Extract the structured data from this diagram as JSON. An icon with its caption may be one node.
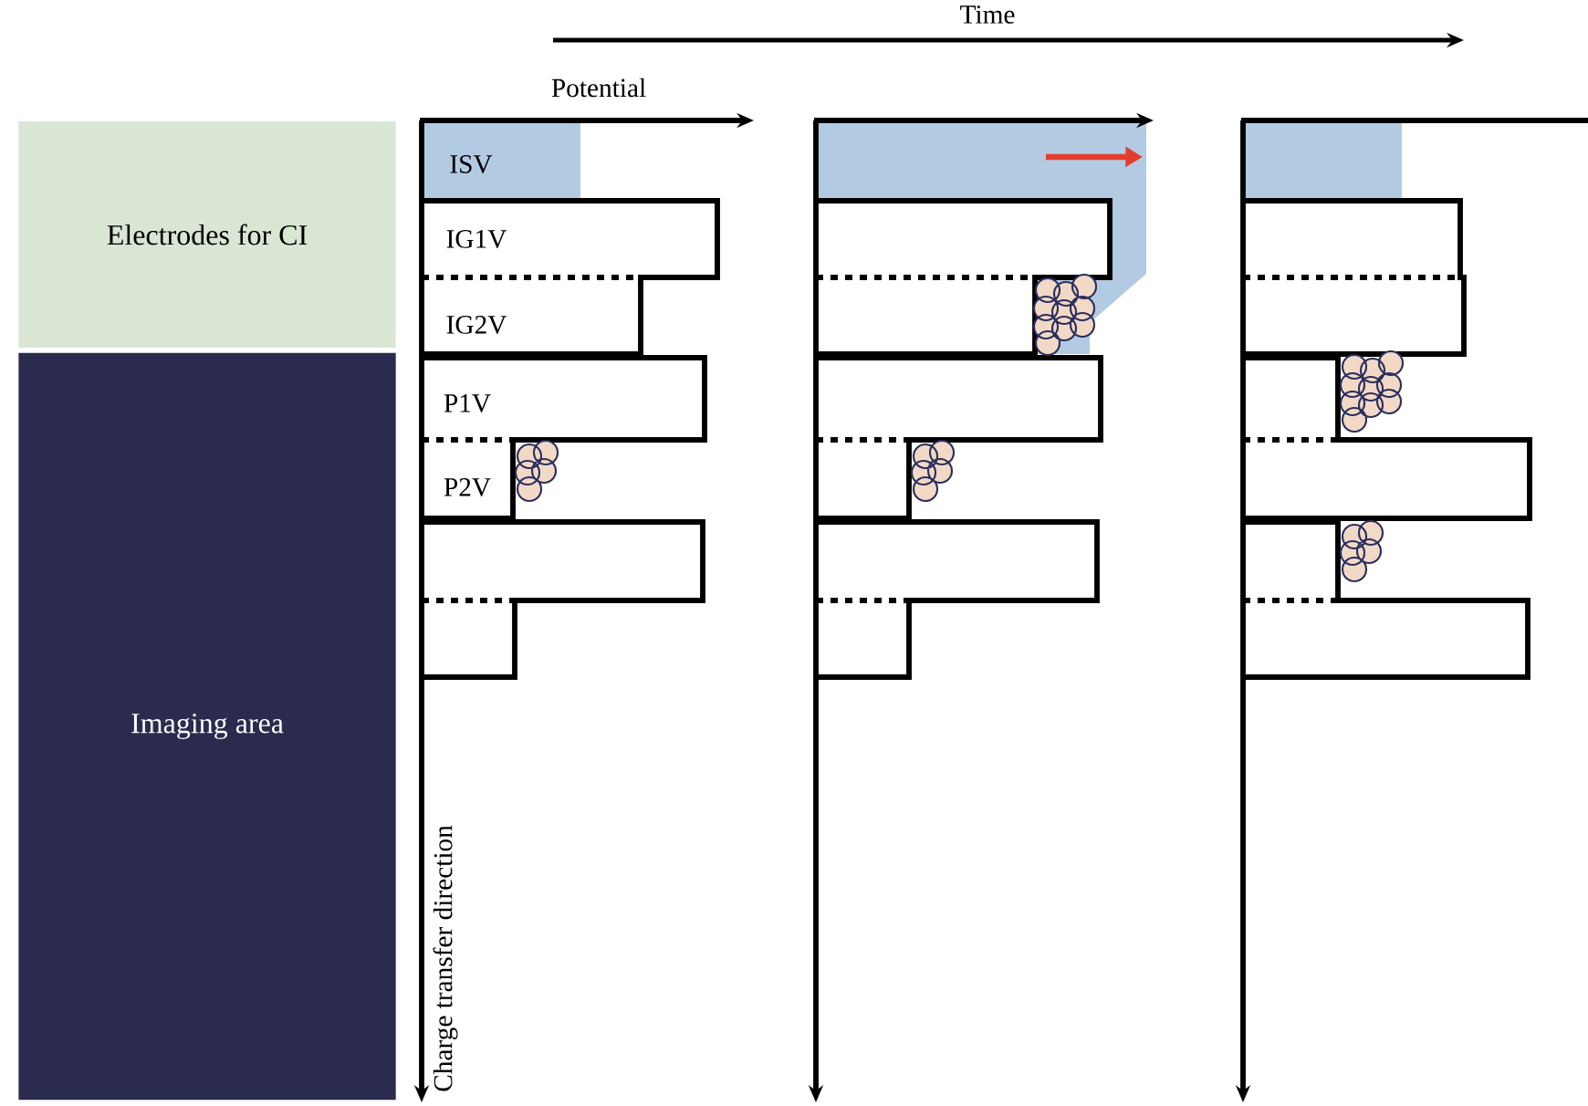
{
  "diagram": {
    "nodes": [
      {
        "text": [
          "Electrodes for CI"
        ]
      },
      {
        "text": [
          "Imaging area"
        ]
      }
    ],
    "labels": [
      "Time",
      "Potential",
      "ISV",
      "IG1V",
      "IG2V",
      "P1V",
      "P2V",
      "Charge transfer direction"
    ]
  }
}
